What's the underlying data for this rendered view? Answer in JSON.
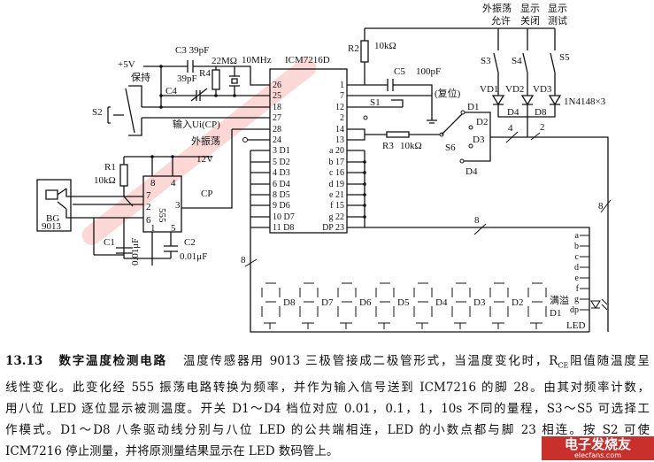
{
  "diagram": {
    "chip": "ICM7216D",
    "supply": "+5V",
    "hold": "保持",
    "c3": "C3 39pF",
    "c4_val": "39pF",
    "c4": "C4",
    "r4": "R4",
    "r4_val": "22MΩ",
    "crystal": "10MHz",
    "s2": "S2",
    "input": "输入Ui(CP)",
    "ext_osc": "外振荡",
    "v12": "12V",
    "r1": "R1",
    "r1_val": "10kΩ",
    "ic555": "555",
    "cp": "CP",
    "bg": "BG",
    "bg_val": "9013",
    "c1": "C1",
    "c1_val": "0.01μF",
    "c2": "C2",
    "c2_val": "0.01μF",
    "r2": "R2",
    "r2_val": "10kΩ",
    "c5": "C5",
    "c5_val": "100pF",
    "s1": "S1",
    "reset": "(复位)",
    "r3": "R3",
    "r3_val": "10kΩ",
    "s6": "S6",
    "sw_d1": "D1",
    "sw_d2": "D2",
    "sw_d3": "D3",
    "sw_d4": "D4",
    "s3": "S3",
    "s4": "S4",
    "s5": "S5",
    "vd1": "VD1",
    "vd2": "VD2",
    "vd3": "VD3",
    "diode_type": "1N4148×3",
    "bus_d4": "D4",
    "bus_d8": "D8",
    "bus4": "4",
    "bus2": "2",
    "bus8": "8",
    "mode1a": "外振荡",
    "mode1b": "允许",
    "mode2a": "显示",
    "mode2b": "关闭",
    "mode3a": "显示",
    "mode3b": "测试",
    "left_pins": [
      "26",
      "25",
      "18",
      "27",
      "28",
      "24",
      "3 D1",
      "5 D2",
      "4 D3",
      "6 D4",
      "8 D5",
      "9 D6",
      "10 D7",
      "11 D8"
    ],
    "right_pins": [
      "1",
      "7",
      "12",
      "2",
      "14",
      "13",
      "a 20",
      "b 17",
      "c 16",
      "d 19",
      "e 21",
      "f 15",
      "g 22",
      "DP 23"
    ],
    "p555": [
      "8",
      "4",
      "7",
      "2",
      "6",
      "3",
      "1",
      "5"
    ],
    "segments": [
      "a",
      "b",
      "c",
      "d",
      "e",
      "f",
      "g",
      "dp"
    ],
    "digits": [
      "D8",
      "D7",
      "D6",
      "D5",
      "D4",
      "D3",
      "D2"
    ],
    "overflow": "满溢",
    "d1": "D1",
    "led": "LED"
  },
  "caption": {
    "number": "13.13",
    "title": "数字温度检测电路",
    "l1a": "温度传感器用 9013 三极管接成二极管形式，当温度变化时，R",
    "l1sub": "CE",
    "l1b": "阻值随温度呈",
    "l2": "线性变化。此变化经 555 振荡电路转换为频率，并作为输入信号送到 ICM7216 的脚 28。由其对频率计数，",
    "l3": "用八位 LED 逐位显示被测温度。开关 D1～D4 档位对应 0.01，0.1，1，10s 不同的量程，S3～S5 可选择工",
    "l4": "作模式。D1～D8 八条驱动线分别与八位 LED 的公共端相连，LED 的小数点都与脚 23 相连。按 S2 可使",
    "l5": "ICM7216 停止测量，并将原测量结果显示在 LED 数码管上。"
  },
  "watermark": "www.elecfans.com",
  "logo": {
    "text": "电子发烧友",
    "sub": "elecfans.com"
  }
}
